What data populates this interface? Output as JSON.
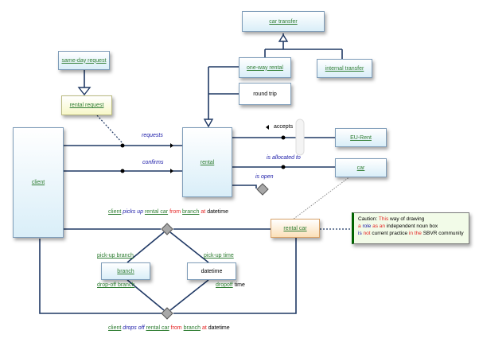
{
  "nodes": {
    "car_transfer": "car transfer",
    "one_way_rental": "one-way rental",
    "internal_transfer": "internal transfer",
    "round_trip": "round trip",
    "same_day_request": "same-day request",
    "rental_request": "rental request",
    "client": "client",
    "rental": "rental",
    "eu_rent": "EU-Rent",
    "car": "car",
    "rental_car": "rental car",
    "branch": "branch",
    "datetime": "datetime"
  },
  "labels": {
    "requests": "requests",
    "confirms": "confirms",
    "accepts": "accepts",
    "is_allocated_to": "is allocated to",
    "is_open": "is open",
    "pick_up_branch": "pick-up branch",
    "drop_off_branch": "drop-off branch",
    "pick_up_time": "pick-up time",
    "dropoff": "dropoff",
    "time": "time"
  },
  "fact_pickup": {
    "client": "client",
    "picks_up": "picks up",
    "rental_car": "rental car",
    "from": "from",
    "branch": "branch",
    "at": "at",
    "datetime": "datetime"
  },
  "fact_dropoff": {
    "client": "client",
    "drops_off": "drops off",
    "rental_car": "rental car",
    "from": "from",
    "branch": "branch",
    "at": "at",
    "datetime": "datetime"
  },
  "note": {
    "caution": "Caution:",
    "this": "This",
    "way_of_drawing": "way of drawing",
    "a": "a",
    "role": "role",
    "as": "as",
    "an": "an",
    "independent_noun_box": "independent noun box",
    "is": "is",
    "not": "not",
    "current_practice": "current practice",
    "in": "in",
    "the": "the",
    "sbvr_community": "SBVR community"
  },
  "colors": {
    "line": "#1f3864",
    "term": "#2e7d32",
    "verb": "#1a1aa8",
    "keyword": "#e52424"
  }
}
